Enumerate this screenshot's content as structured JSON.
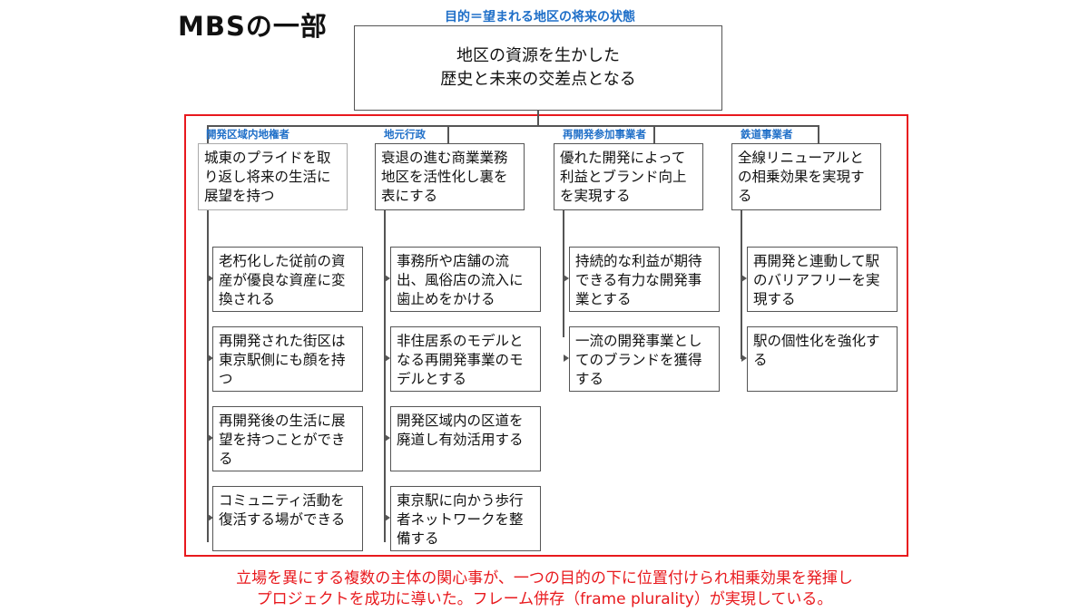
{
  "title": "MBSの一部",
  "goal_label": "目的＝望まれる地区の将来の状態",
  "goal_lines": [
    "地区の資源を生かした",
    "歴史と未来の交差点となる"
  ],
  "stakeholders": [
    {
      "label": "開発区域内地権者",
      "main": "城東のプライドを取り返し将来の生活に展望を持つ",
      "items": [
        "老朽化した従前の資産が優良な資産に変換される",
        "再開発された街区は東京駅側にも顔を持つ",
        "再開発後の生活に展望を持つことができる",
        "コミュニティ活動を復活する場ができる"
      ]
    },
    {
      "label": "地元行政",
      "main": "衰退の進む商業業務地区を活性化し裏を表にする",
      "items": [
        "事務所や店舗の流出、風俗店の流入に歯止めをかける",
        "非住居系のモデルとなる再開発事業のモデルとする",
        "開発区域内の区道を廃道し有効活用する",
        "東京駅に向かう歩行者ネットワークを整備する"
      ]
    },
    {
      "label": "再開発参加事業者",
      "main": "優れた開発によって利益とブランド向上を実現する",
      "items": [
        "持続的な利益が期待できる有力な開発事業とする",
        "一流の開発事業としてのブランドを獲得する"
      ]
    },
    {
      "label": "鉄道事業者",
      "main": "全線リニューアルとの相乗効果を実現する",
      "items": [
        "再開発と連動して駅のバリアフリーを実現する",
        "駅の個性化を強化する"
      ]
    }
  ],
  "footer_lines": [
    "立場を異にする複数の主体の関心事が、一つの目的の下に位置付けられ相乗効果を発揮し",
    "プロジェクトを成功に導いた。フレーム併存（frame plurality）が実現している。"
  ],
  "colors": {
    "accent_blue": "#1f6fc8",
    "frame_red": "#e8191d",
    "line_gray": "#555555"
  }
}
